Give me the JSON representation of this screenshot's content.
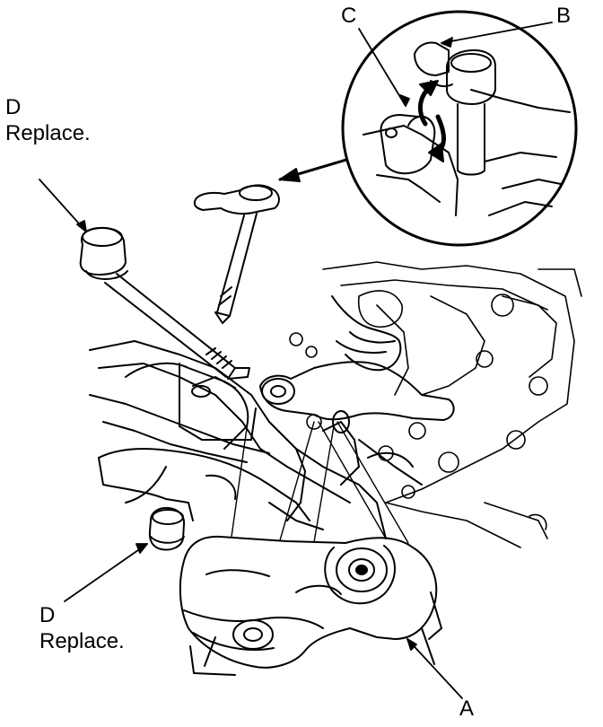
{
  "callouts": {
    "a": {
      "letter": "A"
    },
    "b": {
      "letter": "B"
    },
    "c": {
      "letter": "C"
    },
    "d_upper": {
      "letter": "D",
      "note": "Replace."
    },
    "d_lower": {
      "letter": "D",
      "note": "Replace."
    }
  },
  "colors": {
    "ink": "#000000",
    "paper": "#ffffff"
  }
}
